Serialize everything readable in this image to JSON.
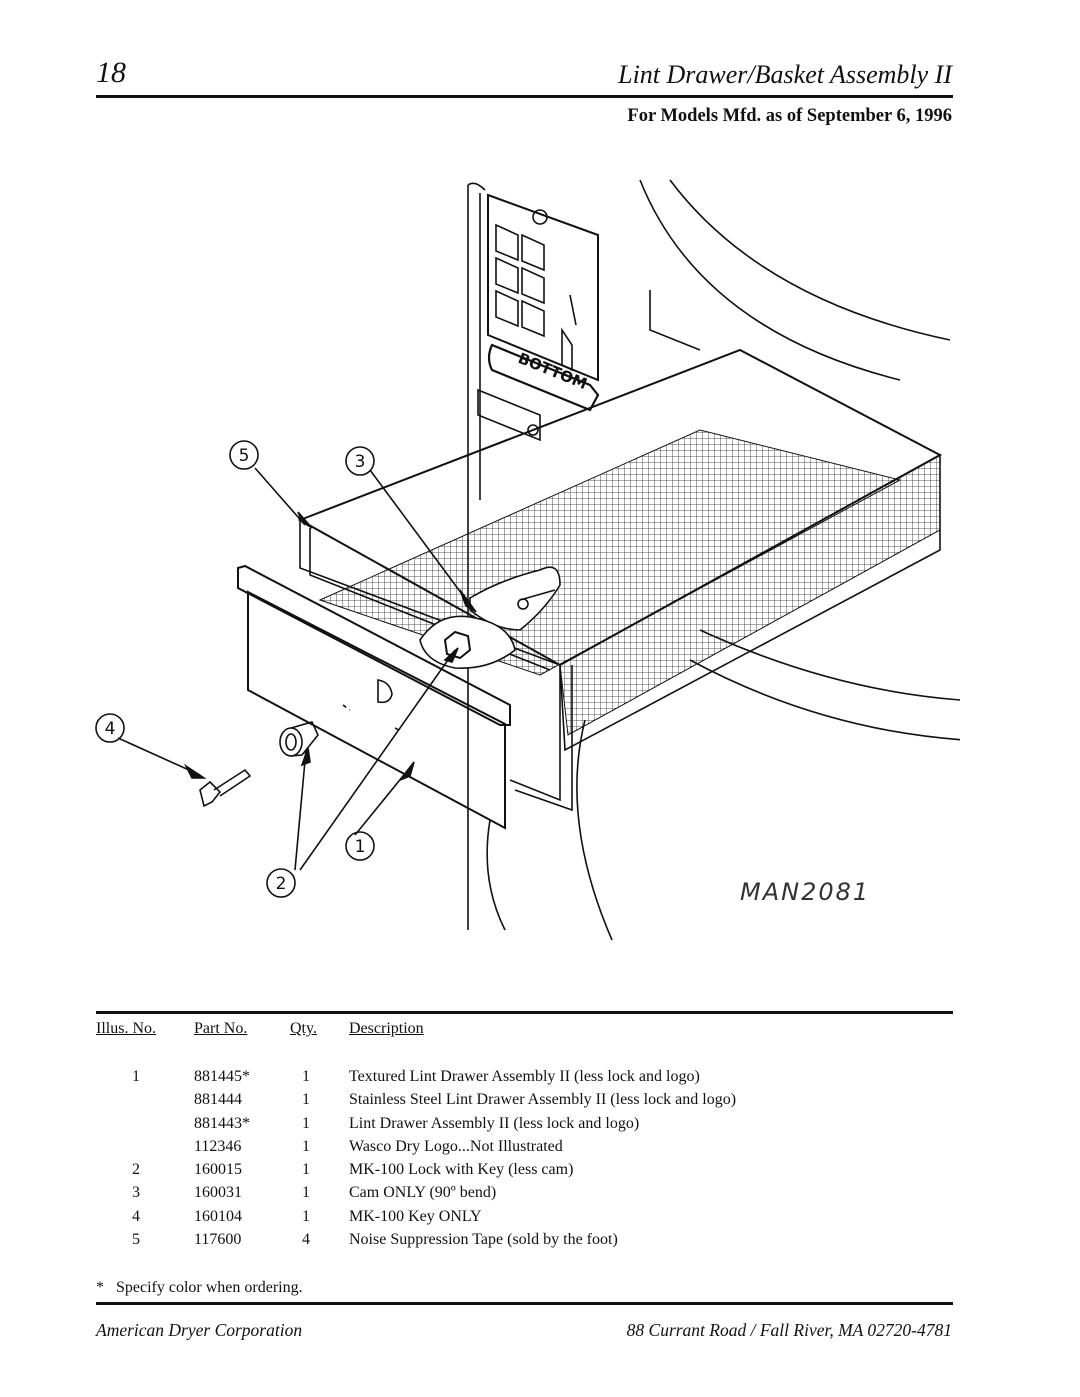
{
  "header": {
    "page_number": "18",
    "title": "Lint Drawer/Basket Assembly II",
    "subtitle": "For Models Mfd. as of September 6, 1996"
  },
  "figure": {
    "panel_label": "BOTTOM",
    "drawing_id": "MAN2081",
    "callouts": [
      "1",
      "2",
      "3",
      "4",
      "5"
    ]
  },
  "table": {
    "headers": {
      "illus": "Illus. No.",
      "part": "Part No.",
      "qty": "Qty.",
      "desc": "Description"
    },
    "rows": [
      {
        "illus": "1",
        "part": "881445*",
        "qty": "1",
        "desc": "Textured Lint Drawer Assembly II (less lock and logo)"
      },
      {
        "illus": "",
        "part": "881444",
        "qty": "1",
        "desc": "Stainless Steel Lint Drawer Assembly II (less lock and logo)"
      },
      {
        "illus": "",
        "part": "881443*",
        "qty": "1",
        "desc": "Lint Drawer Assembly II (less lock and logo)"
      },
      {
        "illus": "",
        "part": "112346",
        "qty": "1",
        "desc": "Wasco Dry Logo...Not Illustrated"
      },
      {
        "illus": "2",
        "part": "160015",
        "qty": "1",
        "desc": "MK-100 Lock with Key (less cam)"
      },
      {
        "illus": "3",
        "part": "160031",
        "qty": "1",
        "desc": "Cam ONLY (90º bend)"
      },
      {
        "illus": "4",
        "part": "160104",
        "qty": "1",
        "desc": "MK-100 Key ONLY"
      },
      {
        "illus": "5",
        "part": "117600",
        "qty": "4",
        "desc": "Noise Suppression Tape (sold by the foot)"
      }
    ]
  },
  "footnote": "*   Specify color when ordering.",
  "footer": {
    "company": "American Dryer Corporation",
    "address": "88 Currant Road / Fall River, MA 02720-4781"
  }
}
